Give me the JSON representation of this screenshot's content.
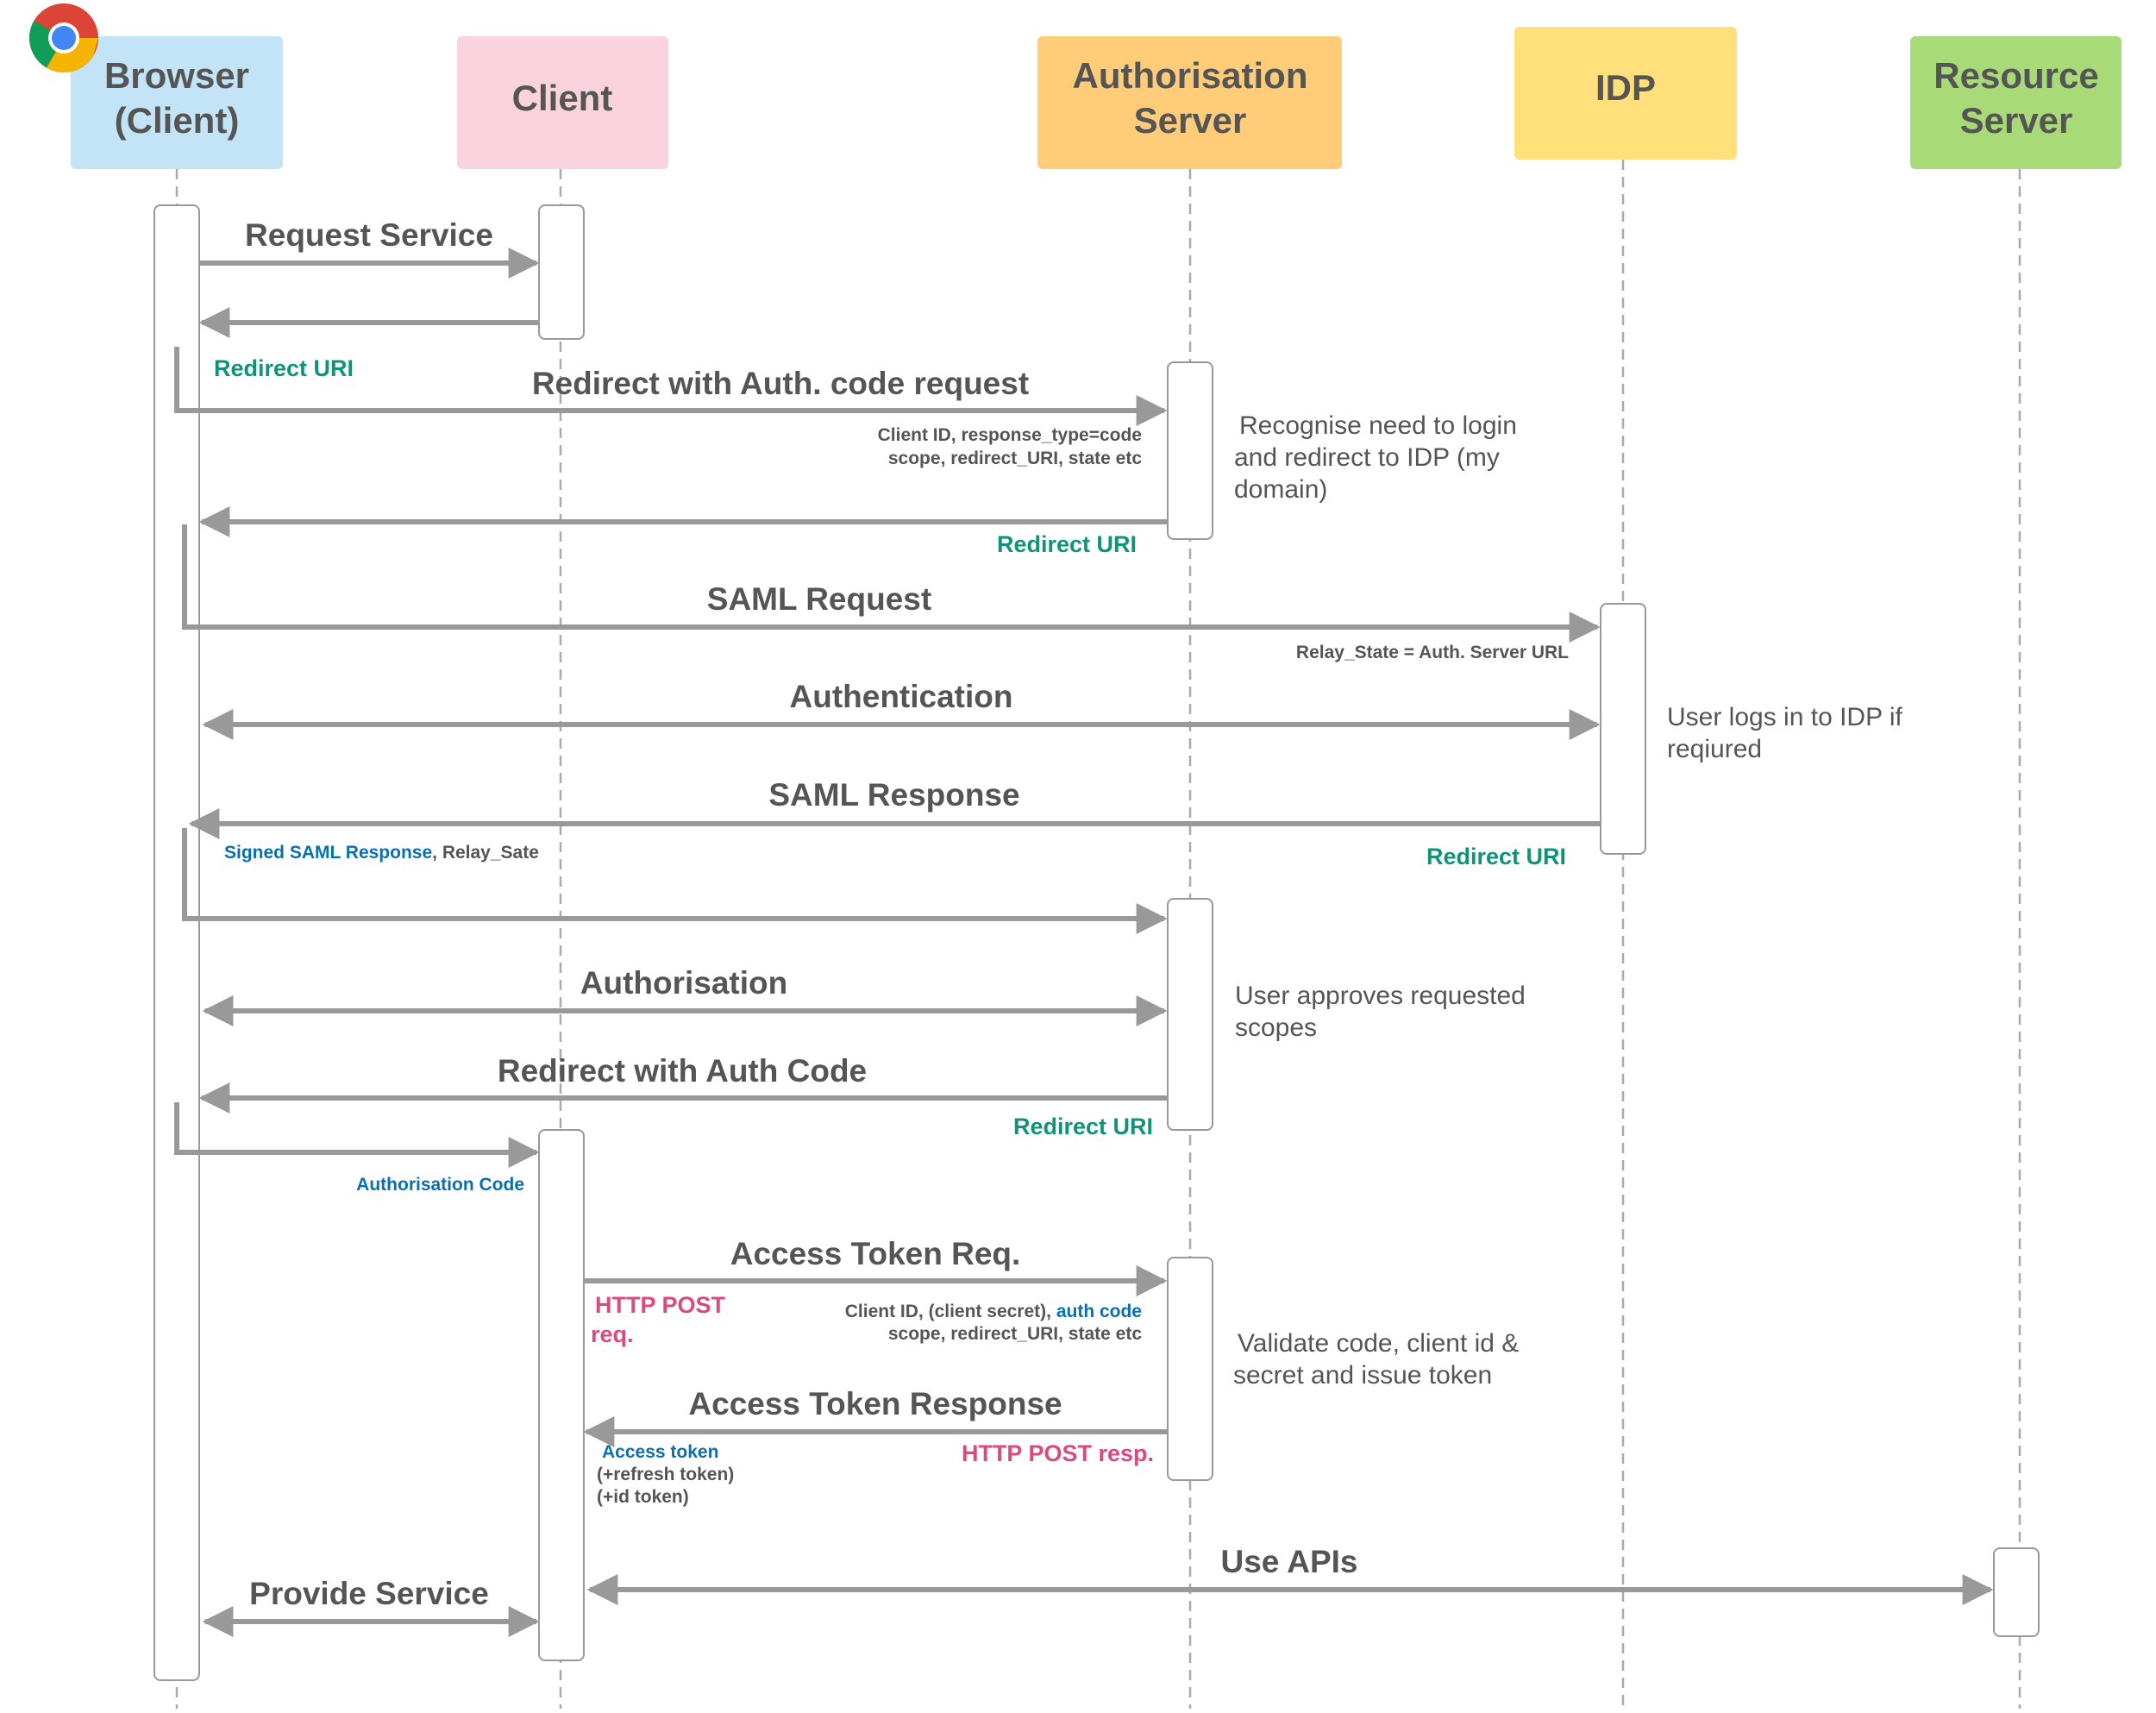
{
  "colors": {
    "browser": "#c3e3f7",
    "client": "#fbd3df",
    "auth_server": "#ffcd7a",
    "idp": "#ffe07a",
    "resource_server": "#a8db78",
    "arrow": "#999999",
    "teal": "#11937a",
    "blue": "#0a6fb0",
    "pink": "#d94a7f"
  },
  "participants": [
    {
      "id": "browser",
      "lines": [
        "Browser",
        "(Client)"
      ],
      "icon": "chrome-logo-icon"
    },
    {
      "id": "client",
      "lines": [
        "Client"
      ]
    },
    {
      "id": "auth",
      "lines": [
        "Authorisation",
        "Server"
      ]
    },
    {
      "id": "idp",
      "lines": [
        "IDP"
      ]
    },
    {
      "id": "resource",
      "lines": [
        "Resource",
        "Server"
      ]
    }
  ],
  "messages": {
    "request_service": "Request Service",
    "redirect_auth_code_request": "Redirect with Auth. code request",
    "saml_request": "SAML Request",
    "authentication": "Authentication",
    "saml_response": "SAML Response",
    "authorisation": "Authorisation",
    "redirect_auth_code": "Redirect with Auth Code",
    "access_token_req": "Access Token Req.",
    "access_token_response": "Access Token Response",
    "use_apis": "Use APIs",
    "provide_service": "Provide Service"
  },
  "labels": {
    "redirect_uri": "Redirect URI",
    "auth_req_params_1": "Client ID, response_type=code",
    "auth_req_params_2": "scope, redirect_URI, state etc",
    "relay_state": "Relay_State = Auth. Server URL",
    "signed_saml_response": "Signed SAML Response",
    "relay_sate": ", Relay_Sate",
    "authorisation_code": "Authorisation Code",
    "http_post_req_1": "HTTP POST",
    "http_post_req_2": "req.",
    "token_params_1a": "Client ID, (client secret), ",
    "token_params_1b": "auth code",
    "token_params_2": "scope, redirect_URI, state etc",
    "access_token": "Access token",
    "refresh_token": "(+refresh token)",
    "id_token": "(+id token)",
    "http_post_resp": "HTTP POST resp."
  },
  "notes": {
    "recognise": [
      "Recognise need to login",
      "and redirect to IDP (my",
      "domain)"
    ],
    "user_logs_in": [
      "User logs in to IDP if",
      "reqiured"
    ],
    "user_approves": [
      "User approves requested",
      "scopes"
    ],
    "validate": [
      "Validate code, client id &",
      "secret and issue token"
    ]
  }
}
